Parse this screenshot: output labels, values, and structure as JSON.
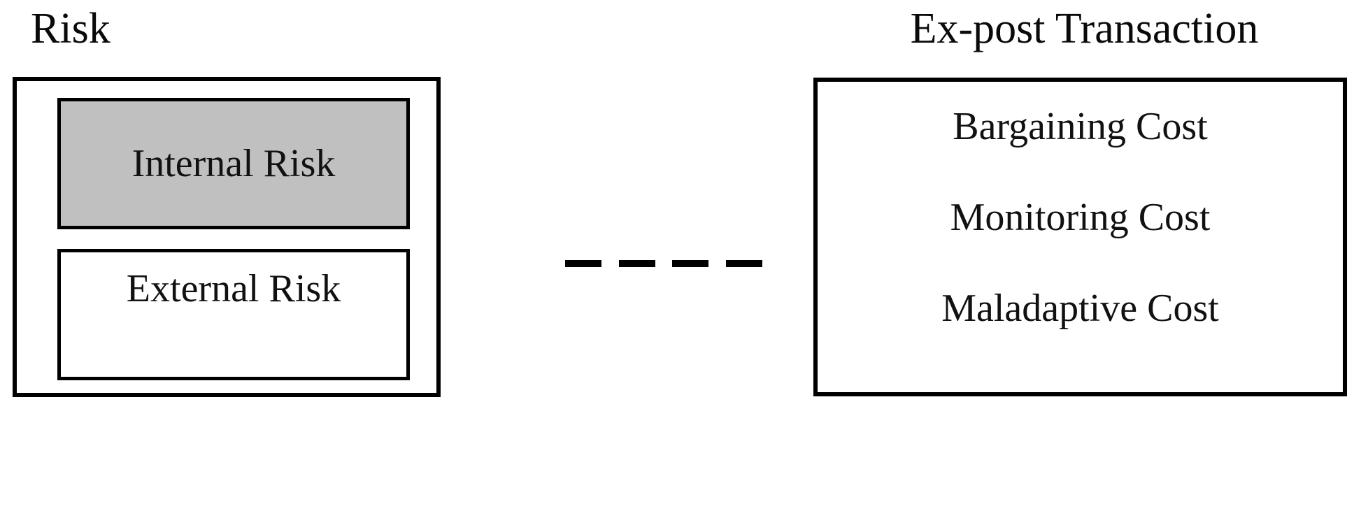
{
  "diagram": {
    "type": "block-diagram",
    "background_color": "#ffffff",
    "line_color": "#000000",
    "left_group": {
      "title": "Risk",
      "boxes": [
        {
          "label": "Internal Risk",
          "fill_color": "#c0c0c0",
          "highlighted": true
        },
        {
          "label": "External Risk",
          "fill_color": "#ffffff",
          "highlighted": false
        }
      ]
    },
    "connector": {
      "style": "dashed",
      "dash_count": 4,
      "color": "#000000"
    },
    "right_group": {
      "title": "Ex-post Transaction",
      "items": [
        {
          "label": "Bargaining Cost"
        },
        {
          "label": "Monitoring Cost"
        },
        {
          "label": "Maladaptive Cost"
        }
      ]
    }
  }
}
